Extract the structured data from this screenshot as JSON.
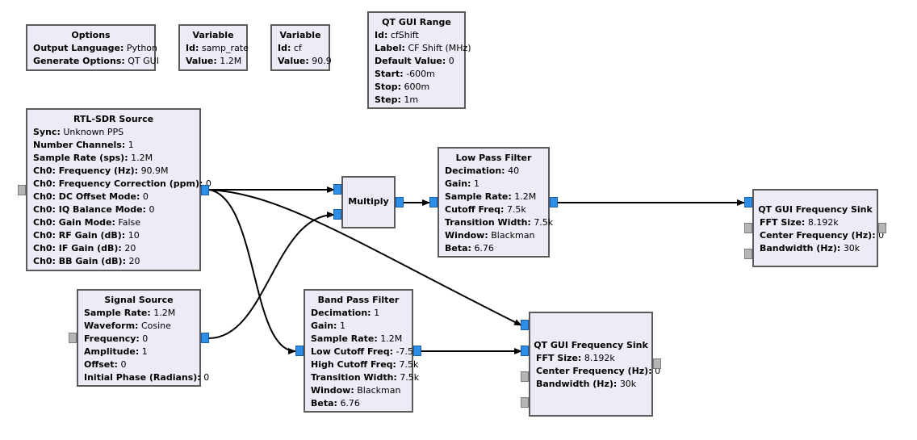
{
  "colors": {
    "block_fill": "#eeeaf6",
    "block_border": "#5b5b5b",
    "port_connected": "#2b8fe8",
    "port_unconnected": "#b5b5b5",
    "wire": "#000000"
  },
  "options": {
    "title": "Options",
    "rows": [
      {
        "k": "Output Language:",
        "v": "Python"
      },
      {
        "k": "Generate Options:",
        "v": "QT GUI"
      }
    ]
  },
  "var_samp_rate": {
    "title": "Variable",
    "rows": [
      {
        "k": "Id:",
        "v": "samp_rate"
      },
      {
        "k": "Value:",
        "v": "1.2M"
      }
    ]
  },
  "var_cf": {
    "title": "Variable",
    "rows": [
      {
        "k": "Id:",
        "v": "cf"
      },
      {
        "k": "Value:",
        "v": "90.9"
      }
    ]
  },
  "qt_range": {
    "title": "QT GUI Range",
    "rows": [
      {
        "k": "Id:",
        "v": "cfShift"
      },
      {
        "k": "Label:",
        "v": "CF Shift (MHz)"
      },
      {
        "k": "Default Value:",
        "v": "0"
      },
      {
        "k": "Start:",
        "v": "-600m"
      },
      {
        "k": "Stop:",
        "v": "600m"
      },
      {
        "k": "Step:",
        "v": "1m"
      }
    ]
  },
  "rtl": {
    "title": "RTL-SDR Source",
    "rows": [
      {
        "k": "Sync:",
        "v": "Unknown PPS"
      },
      {
        "k": "Number Channels:",
        "v": "1"
      },
      {
        "k": "Sample Rate (sps):",
        "v": "1.2M"
      },
      {
        "k": "Ch0: Frequency (Hz):",
        "v": "90.9M"
      },
      {
        "k": "Ch0: Frequency Correction (ppm):",
        "v": "0"
      },
      {
        "k": "Ch0: DC Offset Mode:",
        "v": "0"
      },
      {
        "k": "Ch0: IQ Balance Mode:",
        "v": "0"
      },
      {
        "k": "Ch0: Gain Mode:",
        "v": "False"
      },
      {
        "k": "Ch0: RF Gain (dB):",
        "v": "10"
      },
      {
        "k": "Ch0: IF Gain (dB):",
        "v": "20"
      },
      {
        "k": "Ch0: BB Gain (dB):",
        "v": "20"
      }
    ]
  },
  "sig": {
    "title": "Signal Source",
    "rows": [
      {
        "k": "Sample Rate:",
        "v": "1.2M"
      },
      {
        "k": "Waveform:",
        "v": "Cosine"
      },
      {
        "k": "Frequency:",
        "v": "0"
      },
      {
        "k": "Amplitude:",
        "v": "1"
      },
      {
        "k": "Offset:",
        "v": "0"
      },
      {
        "k": "Initial Phase (Radians):",
        "v": "0"
      }
    ]
  },
  "mult": {
    "title": "Multiply"
  },
  "lpf": {
    "title": "Low Pass Filter",
    "rows": [
      {
        "k": "Decimation:",
        "v": "40"
      },
      {
        "k": "Gain:",
        "v": "1"
      },
      {
        "k": "Sample Rate:",
        "v": "1.2M"
      },
      {
        "k": "Cutoff Freq:",
        "v": "7.5k"
      },
      {
        "k": "Transition Width:",
        "v": "7.5k"
      },
      {
        "k": "Window:",
        "v": "Blackman"
      },
      {
        "k": "Beta:",
        "v": "6.76"
      }
    ]
  },
  "bpf": {
    "title": "Band Pass Filter",
    "rows": [
      {
        "k": "Decimation:",
        "v": "1"
      },
      {
        "k": "Gain:",
        "v": "1"
      },
      {
        "k": "Sample Rate:",
        "v": "1.2M"
      },
      {
        "k": "Low Cutoff Freq:",
        "v": "-7.5k"
      },
      {
        "k": "High Cutoff Freq:",
        "v": "7.5k"
      },
      {
        "k": "Transition Width:",
        "v": "7.5k"
      },
      {
        "k": "Window:",
        "v": "Blackman"
      },
      {
        "k": "Beta:",
        "v": "6.76"
      }
    ]
  },
  "sink1": {
    "title": "QT GUI Frequency Sink",
    "rows": [
      {
        "k": "FFT Size:",
        "v": "8.192k"
      },
      {
        "k": "Center Frequency (Hz):",
        "v": "0"
      },
      {
        "k": "Bandwidth (Hz):",
        "v": "30k"
      }
    ]
  },
  "sink2": {
    "title": "QT GUI Frequency Sink",
    "rows": [
      {
        "k": "FFT Size:",
        "v": "8.192k"
      },
      {
        "k": "Center Frequency (Hz):",
        "v": "0"
      },
      {
        "k": "Bandwidth (Hz):",
        "v": "30k"
      }
    ]
  }
}
